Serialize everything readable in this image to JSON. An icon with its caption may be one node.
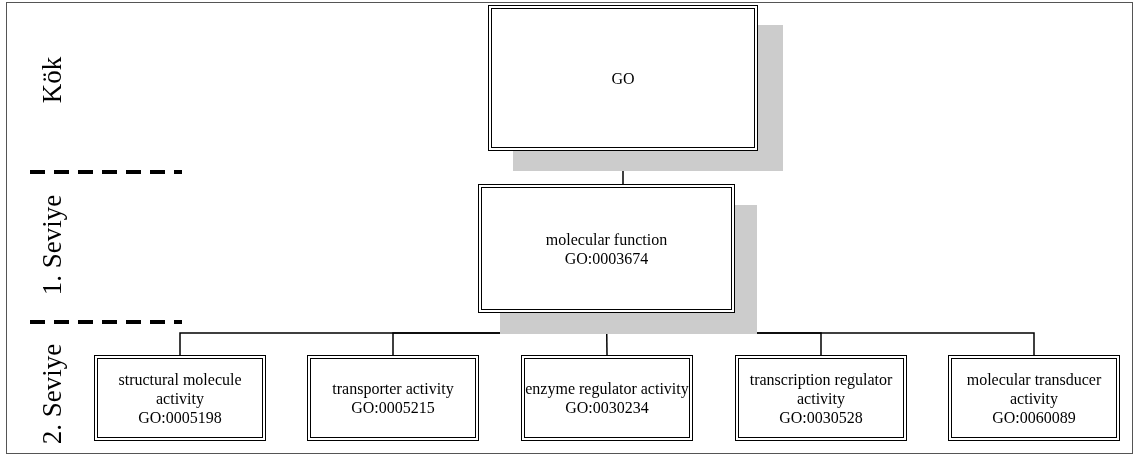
{
  "diagram": {
    "nodes": [
      {
        "text": [
          "GO"
        ]
      },
      {
        "text": [
          "molecular function",
          "GO:0003674"
        ]
      },
      {
        "text": [
          "structural molecule activity",
          "GO:0005198"
        ]
      },
      {
        "text": [
          "transporter activity",
          "GO:0005215"
        ]
      },
      {
        "text": [
          "enzyme regulator activity",
          "GO:0030234"
        ]
      },
      {
        "text": [
          "transcription regulator activity",
          "GO:0030528"
        ]
      },
      {
        "text": [
          "molecular transducer activity",
          "GO:0060089"
        ]
      }
    ],
    "edges": [
      {
        "from": 0,
        "to": 1,
        "arrow": "none"
      },
      {
        "from": 1,
        "to": 2,
        "arrow": "none"
      },
      {
        "from": 1,
        "to": 3,
        "arrow": "none"
      },
      {
        "from": 1,
        "to": 4,
        "arrow": "none"
      },
      {
        "from": 1,
        "to": 5,
        "arrow": "none"
      },
      {
        "from": 1,
        "to": 6,
        "arrow": "none"
      }
    ],
    "labels": [
      "Kök",
      "1. Seviye",
      "2. Seviye"
    ]
  }
}
